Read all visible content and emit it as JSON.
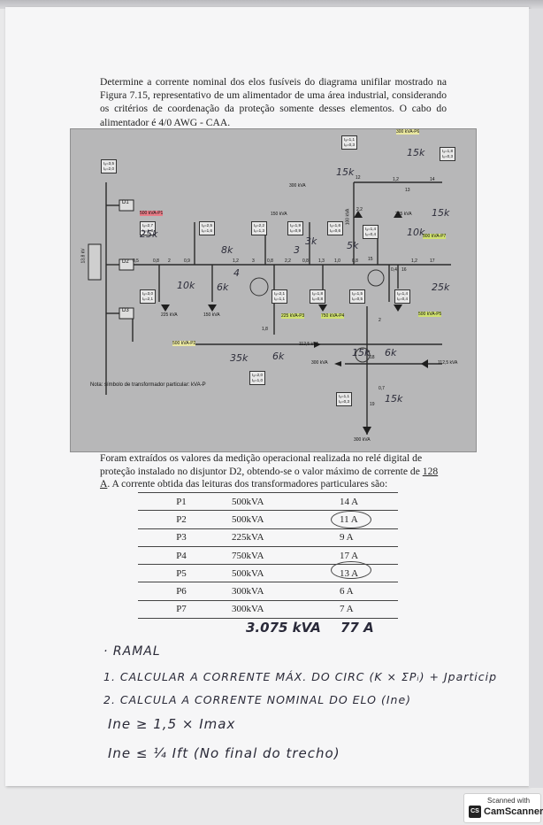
{
  "problem_text": "Determine a corrente nominal dos elos fusíveis do diagrama unifilar mostrado na Figura 7.15, representativo de um alimentador de uma área industrial, considerando os critérios de coordenação da proteção somente desses elementos. O cabo do alimentador é 4/0 AWG - CAA.",
  "diagram": {
    "note": "Nota: símbolo de transformador particular: kVA-P",
    "disjuntores": [
      "D1",
      "D2",
      "D3"
    ],
    "substation_label": "13,8 kV",
    "relay_box": {
      "l1": "Iₐ=3,5",
      "l2": "Iₑ=2,0"
    },
    "segments": [
      "0,5",
      "0,8",
      "2",
      "0,9",
      "1,2",
      "3",
      "0,8",
      "2,2",
      "0,8",
      "1,3",
      "1,0",
      "0,8",
      "15",
      "1,2",
      "17",
      "0,4",
      "16",
      "1,2",
      "2,2",
      "12",
      "13",
      "14",
      "1,8",
      "18",
      "0,7",
      "19",
      "2"
    ],
    "loads": {
      "p1": "500 kVA-P1",
      "p2": "500 kVA-P2",
      "p3": "225 kVA-P3",
      "p4": "750 kVA-P4",
      "p5": "500 kVA-P5",
      "p6": "300 kVA-P6",
      "p7": "300 kVA-P7",
      "t225a": "225 kVA",
      "t150a": "150 kVA",
      "t150b": "150 kVA",
      "t300a": "300 kVA",
      "t225b": "225 kVA",
      "t112a": "112,5 kVA",
      "t300b": "300 kVA",
      "t112b": "112,5 kVA",
      "t300c": "300 kVA",
      "t100": "100 kVA"
    },
    "current_boxes": [
      [
        "Iₐ=2,7",
        "Iₑ=1,8"
      ],
      [
        "Iₐ=2,5",
        "Iₑ=1,6"
      ],
      [
        "Iₐ=2,2",
        "Iₑ=1,3"
      ],
      [
        "Iₐ=1,9",
        "Iₑ=0,9"
      ],
      [
        "Iₐ=1,6",
        "Iₑ=0,6"
      ],
      [
        "Iₐ=1,4",
        "Iₑ=0,4"
      ],
      [
        "Iₐ=3,0",
        "Iₑ=2,1"
      ],
      [
        "Iₐ=2,1",
        "Iₑ=1,1"
      ],
      [
        "Iₐ=1,8",
        "Iₑ=0,8"
      ],
      [
        "Iₐ=1,5",
        "Iₑ=0,5"
      ],
      [
        "Iₐ=1,4",
        "Iₑ=0,4"
      ],
      [
        "Iₐ=1,1",
        "Iₑ=0,3"
      ],
      [
        "Iₐ=1,8",
        "Iₑ=0,3"
      ],
      [
        "Iₐ=2,0",
        "Iₑ=1,0"
      ],
      [
        "Iₐ=1,1",
        "Iₑ=0,3"
      ]
    ],
    "handwritten_marks": [
      "25k",
      "8k",
      "10k",
      "6k",
      "3k",
      "5k",
      "15k",
      "10k",
      "25k",
      "15k",
      "35k",
      "6k",
      "15k",
      "6k",
      "15k",
      "15k",
      "4",
      "3"
    ]
  },
  "paragraph": "Foram extraídos os valores da medição operacional realizada no relé digital de proteção instalado no disjuntor D2, obtendo-se o valor máximo de corrente de",
  "paragraph_value": "128 A",
  "paragraph_end": ". A corrente obtida das leituras dos transformadores particulares são:",
  "table": [
    {
      "id": "P1",
      "power": "500kVA",
      "current": "14 A"
    },
    {
      "id": "P2",
      "power": "500kVA",
      "current": "11 A"
    },
    {
      "id": "P3",
      "power": "225kVA",
      "current": "9 A"
    },
    {
      "id": "P4",
      "power": "750kVA",
      "current": "17 A"
    },
    {
      "id": "P5",
      "power": "500kVA",
      "current": "13 A"
    },
    {
      "id": "P6",
      "power": "300kVA",
      "current": "6 A"
    },
    {
      "id": "P7",
      "power": "300kVA",
      "current": "7 A"
    }
  ],
  "handwritten_totals": {
    "power": "3.075 kVA",
    "current": "77 A"
  },
  "handwritten_notes": [
    "· RAMAL",
    "1. CALCULAR A CORRENTE MÁX. DO CIRC (K × ΣPᵢ) + Jparticip",
    "2. CALCULA A CORRENTE NOMINAL DO ELO (Ine)",
    "Ine ≥ 1,5 × Imax",
    "Ine ≤ ¼ Ift (No final do trecho)"
  ],
  "badge": {
    "line1": "Scanned with",
    "line2": "CamScanner",
    "logo": "CS"
  }
}
